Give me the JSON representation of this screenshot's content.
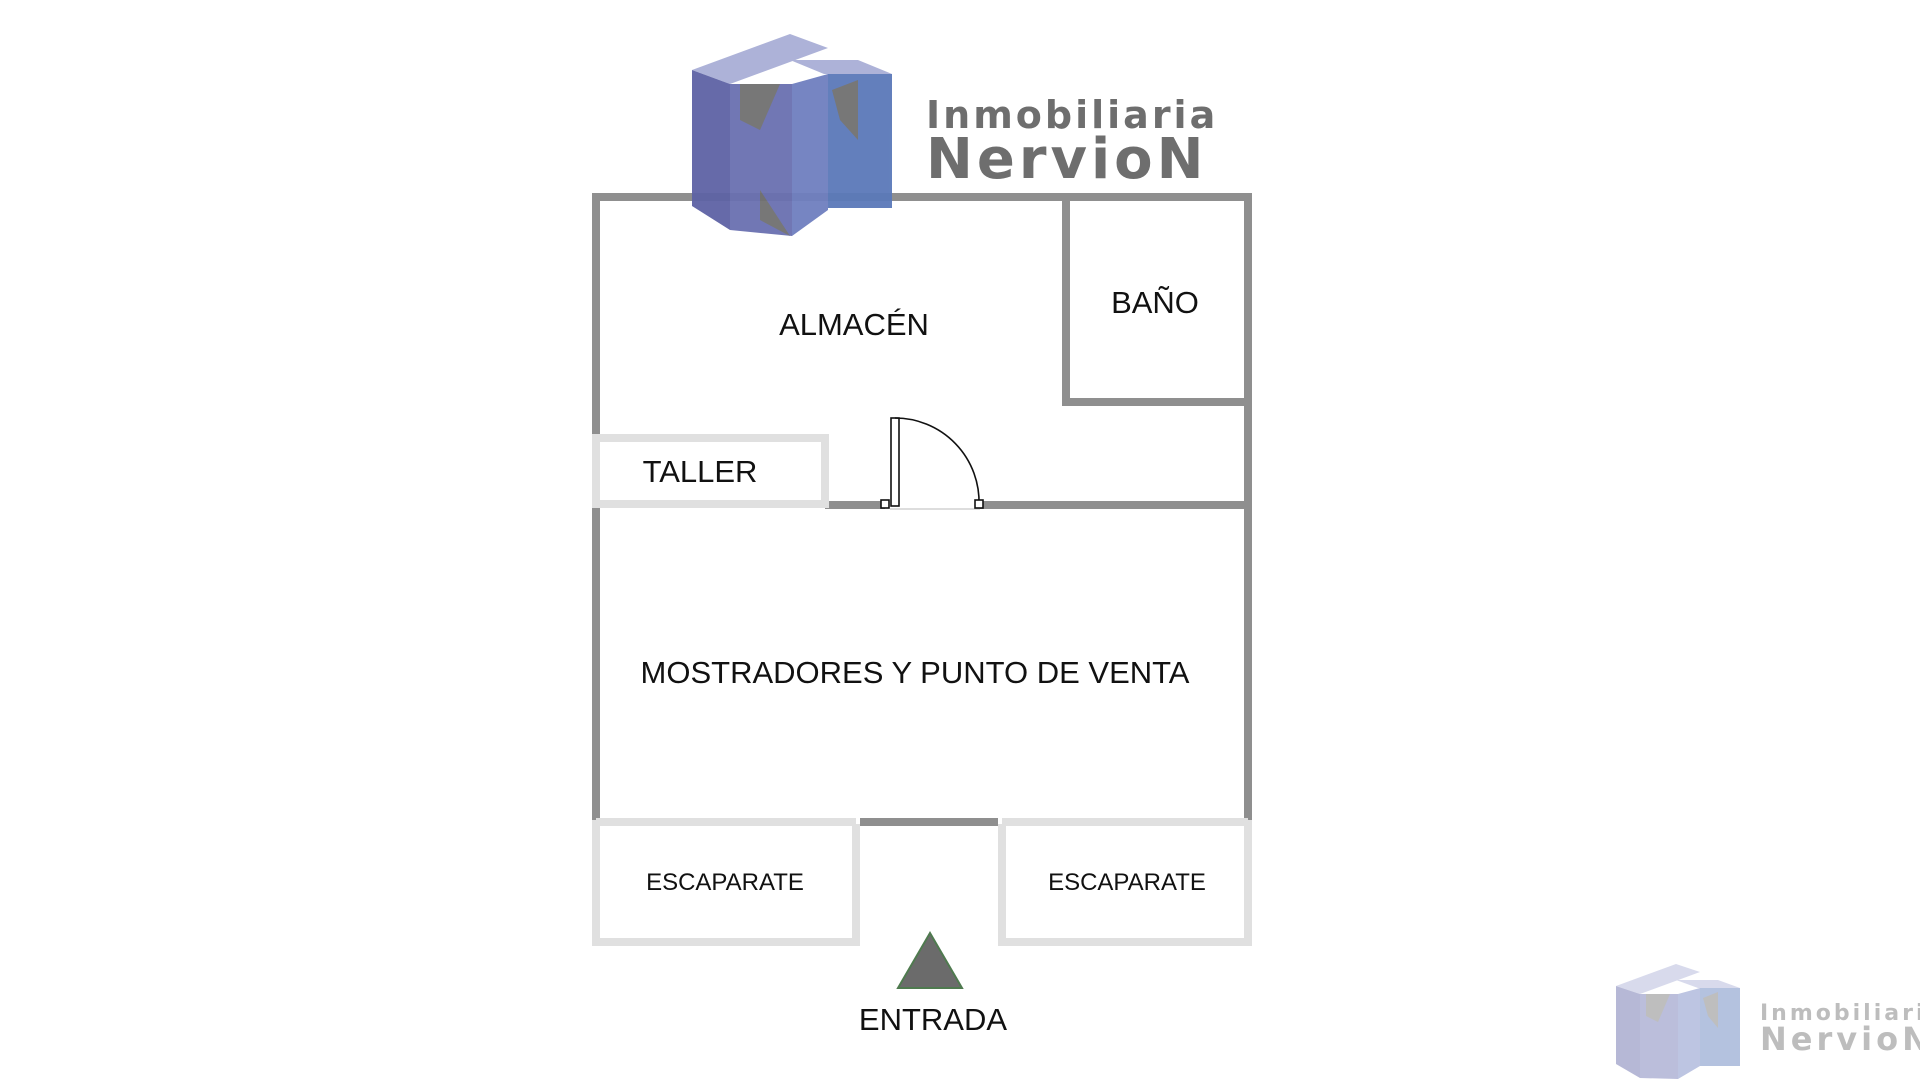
{
  "brand": {
    "line1": "Inmobiliaria",
    "line2": "NervioN",
    "watermark_line1": "Inmobiliaria",
    "watermark_line2": "NervioN",
    "colors": {
      "logo_light": "#a9aed6",
      "logo_dark": "#5e63a5",
      "logo_blue": "#4f6fb5",
      "text": "#6e6e6e"
    }
  },
  "rooms": {
    "almacen": "ALMACÉN",
    "bano": "BAÑO",
    "taller": "TALLER",
    "venta": "MOSTRADORES Y PUNTO DE VENTA",
    "escaparate_left": "ESCAPARATE",
    "escaparate_right": "ESCAPARATE"
  },
  "entrance": {
    "label": "ENTRADA"
  },
  "colors": {
    "wall": "#8f8f8f",
    "light_wall": "#e0e0e0",
    "arrow": "#6b6b6b",
    "arrow_outline": "#4f7a4f"
  }
}
